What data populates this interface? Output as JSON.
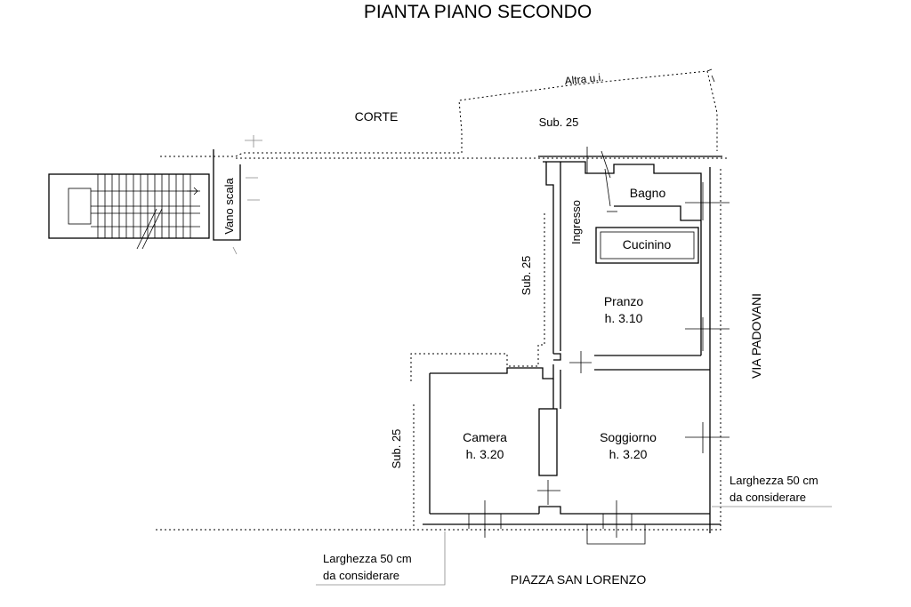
{
  "title": "PIANTA PIANO SECONDO",
  "labels": {
    "altra_ui": "Altra u.i.",
    "corte": "CORTE",
    "sub25_top": "Sub. 25",
    "sub25_mid": "Sub. 25",
    "sub25_low": "Sub. 25",
    "vano_scala": "Vano scala",
    "ingresso": "Ingresso",
    "via": "VIA PADOVANI",
    "piazza": "PIAZZA SAN LORENZO"
  },
  "rooms": {
    "bagno": {
      "name": "Bagno"
    },
    "cucinino": {
      "name": "Cucinino"
    },
    "pranzo": {
      "name": "Pranzo",
      "height": "h. 3.10"
    },
    "camera": {
      "name": "Camera",
      "height": "h. 3.20"
    },
    "soggiorno": {
      "name": "Soggiorno",
      "height": "h. 3.20"
    }
  },
  "notes": {
    "right": {
      "line1": "Larghezza 50 cm",
      "line2": "da considerare"
    },
    "left": {
      "line1": "Larghezza 50 cm",
      "line2": "da considerare"
    }
  }
}
